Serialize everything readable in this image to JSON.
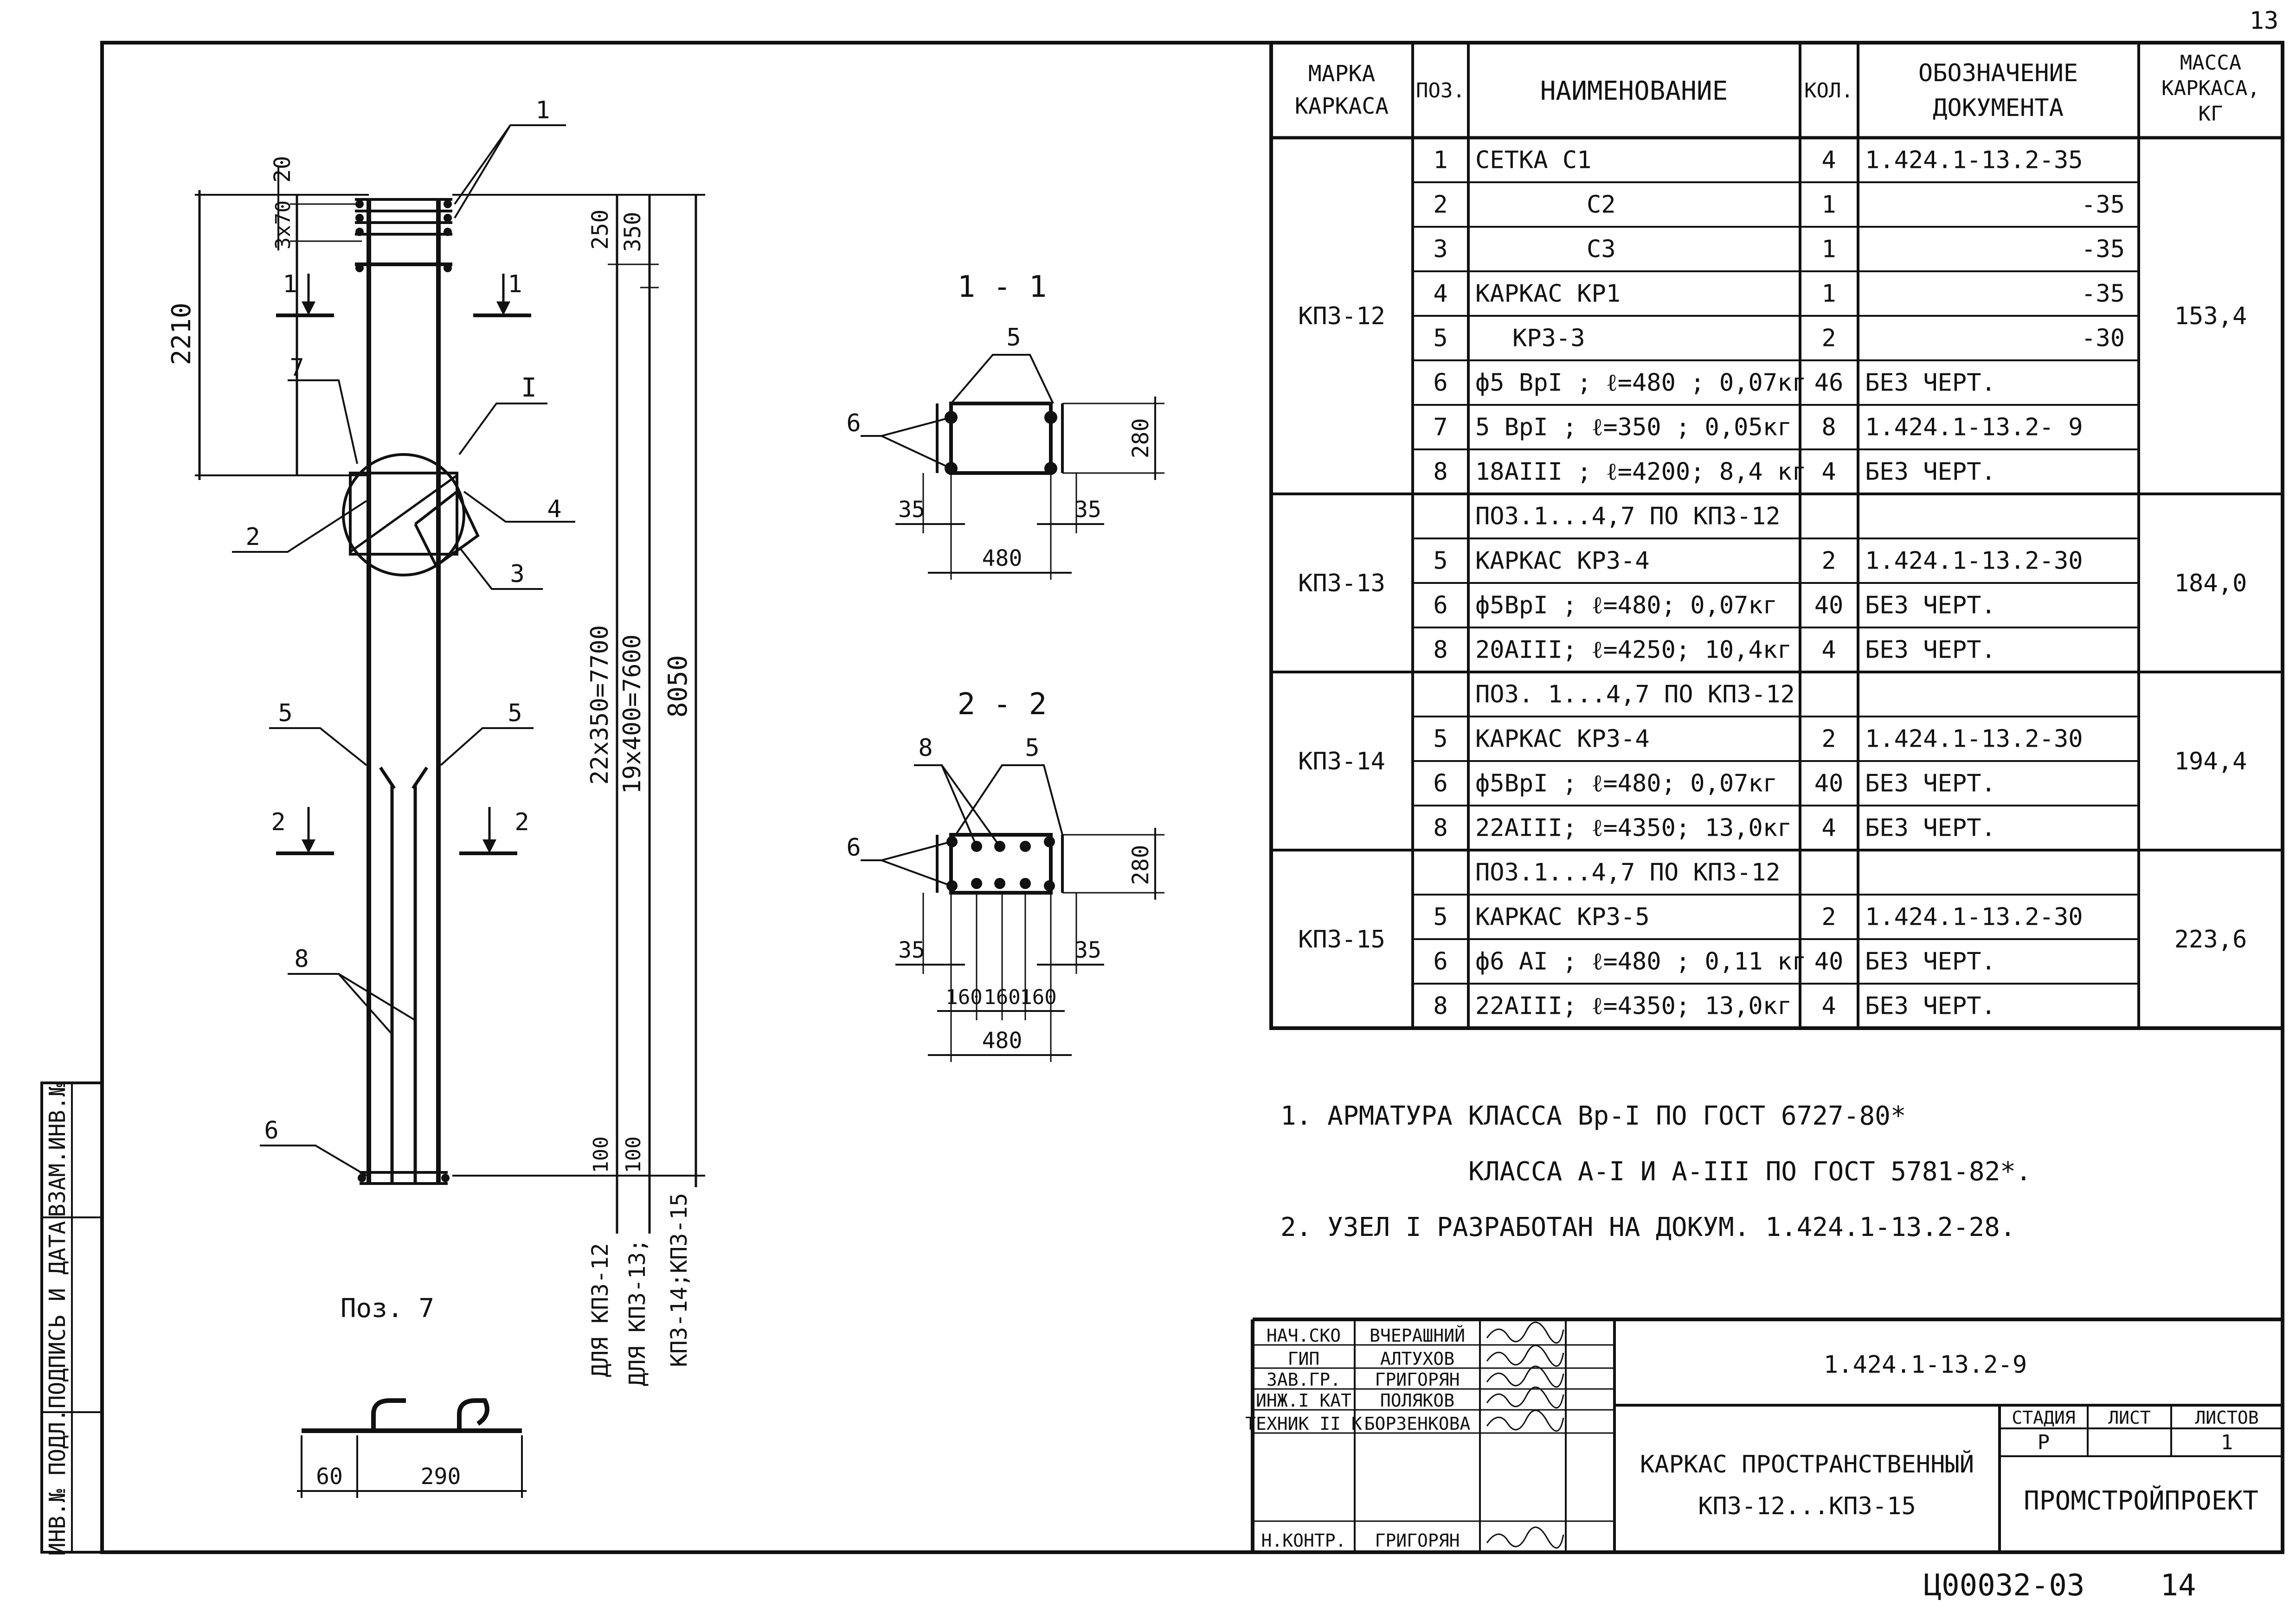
{
  "page_number": "13",
  "table": {
    "headers": {
      "mark": [
        "МАРКА",
        "КАРКАСА"
      ],
      "pos": "ПОЗ.",
      "name": "НАИМЕНОВАНИЕ",
      "qty": "КОЛ.",
      "doc": [
        "ОБОЗНАЧЕНИЕ",
        "ДОКУМЕНТА"
      ],
      "mass": [
        "МАССА",
        "КАРКАСА,",
        "КГ"
      ]
    },
    "rows": [
      {
        "pos": "1",
        "name": "СЕТКА  С1",
        "qty": "4",
        "doc": "1.424.1-13.2-35"
      },
      {
        "pos": "2",
        "name": "С2",
        "qty": "1",
        "doc": "-35"
      },
      {
        "pos": "3",
        "name": "С3",
        "qty": "1",
        "doc": "-35"
      },
      {
        "pos": "4",
        "name": "КАРКАС  КР1",
        "qty": "1",
        "doc": "-35"
      },
      {
        "pos": "5",
        "name": "КР3-3",
        "qty": "2",
        "doc": "-30"
      },
      {
        "pos": "6",
        "name": "ф5 ВрI ; ℓ=480 ; 0,07кг",
        "qty": "46",
        "doc": "БЕЗ  ЧЕРТ."
      },
      {
        "pos": "7",
        "name": "5 ВрI ; ℓ=350 ; 0,05кг",
        "qty": "8",
        "doc": "1.424.1-13.2- 9"
      },
      {
        "pos": "8",
        "name": "18АIII ; ℓ=4200; 8,4 кг",
        "qty": "4",
        "doc": "БЕЗ  ЧЕРТ."
      },
      {
        "pos": "",
        "name": "ПОЗ.1...4,7 ПО КП3-12",
        "qty": "",
        "doc": ""
      },
      {
        "pos": "5",
        "name": "КАРКАС  КР3-4",
        "qty": "2",
        "doc": "1.424.1-13.2-30"
      },
      {
        "pos": "6",
        "name": "ф5ВрI ; ℓ=480;  0,07кг",
        "qty": "40",
        "doc": "БЕЗ  ЧЕРТ."
      },
      {
        "pos": "8",
        "name": "20АIII; ℓ=4250; 10,4кг",
        "qty": "4",
        "doc": "БЕЗ  ЧЕРТ."
      },
      {
        "pos": "",
        "name": "ПОЗ. 1...4,7 ПО КП3-12",
        "qty": "",
        "doc": ""
      },
      {
        "pos": "5",
        "name": "КАРКАС  КР3-4",
        "qty": "2",
        "doc": "1.424.1-13.2-30"
      },
      {
        "pos": "6",
        "name": "ф5ВрI ; ℓ=480;  0,07кг",
        "qty": "40",
        "doc": "БЕЗ  ЧЕРТ."
      },
      {
        "pos": "8",
        "name": "22АIII; ℓ=4350; 13,0кг",
        "qty": "4",
        "doc": "БЕЗ  ЧЕРТ."
      },
      {
        "pos": "",
        "name": "ПОЗ.1...4,7 ПО КП3-12",
        "qty": "",
        "doc": ""
      },
      {
        "pos": "5",
        "name": "КАРКАС  КР3-5",
        "qty": "2",
        "doc": "1.424.1-13.2-30"
      },
      {
        "pos": "6",
        "name": "ф6 АI ; ℓ=480 ; 0,11 кг",
        "qty": "40",
        "doc": "БЕЗ  ЧЕРТ."
      },
      {
        "pos": "8",
        "name": "22АIII; ℓ=4350; 13,0кг",
        "qty": "4",
        "doc": "БЕЗ  ЧЕРТ."
      }
    ],
    "groups": [
      {
        "mark": "КП3-12",
        "mass": "153,4"
      },
      {
        "mark": "КП3-13",
        "mass": "184,0"
      },
      {
        "mark": "КП3-14",
        "mass": "194,4"
      },
      {
        "mark": "КП3-15",
        "mass": "223,6"
      }
    ]
  },
  "notes": [
    "1. АРМАТУРА  КЛАССА  Вр-I ПО  ГОСТ 6727-80*",
    "КЛАССА  А-I И А-III ПО ГОСТ 5781-82*.",
    "2. УЗЕЛ I РАЗРАБОТАН НА ДОКУМ. 1.424.1-13.2-28."
  ],
  "drawing": {
    "dims_left": [
      "20",
      "3х70",
      "2210"
    ],
    "dims_right": [
      "250",
      "350",
      "22х350=7700",
      "19х400=7600",
      "8050",
      "100",
      "100"
    ],
    "variants": [
      "ДЛЯ КП3-12",
      "ДЛЯ КП3-13;",
      "КП3-14;КП3-15"
    ],
    "leaders": [
      "1",
      "7",
      "I",
      "2",
      "4",
      "3",
      "5",
      "5",
      "8",
      "6"
    ],
    "cuts": [
      "1",
      "1",
      "2",
      "2"
    ],
    "pos7_label": "Поз. 7",
    "pos7_dims": [
      "60",
      "290"
    ]
  },
  "sections": {
    "s11": {
      "title": "1 - 1",
      "labels": [
        "5",
        "6"
      ],
      "dims": [
        "280",
        "35",
        "35",
        "480"
      ]
    },
    "s22": {
      "title": "2 - 2",
      "labels": [
        "8",
        "5",
        "6"
      ],
      "dims": [
        "280",
        "35",
        "35",
        "160",
        "160",
        "160",
        "480"
      ]
    }
  },
  "title_block": {
    "roles": [
      "НАЧ.СКО",
      "ГИП",
      "ЗАВ.ГР.",
      "ИНЖ.I КАТ",
      "ТЕХНИК II К",
      "Н.КОНТР."
    ],
    "names": [
      "ВЧЕРАШНИЙ",
      "АЛТУХОВ",
      "ГРИГОРЯН",
      "ПОЛЯКОВ",
      "БОРЗЕНКОВА",
      "ГРИГОРЯН"
    ],
    "doc_code": "1.424.1-13.2-9",
    "title_line1": "КАРКАС  ПРОСТРАНСТВЕННЫЙ",
    "title_line2": "КП3-12...КП3-15",
    "stage_header": "СТАДИЯ",
    "sheet_header": "ЛИСТ",
    "sheets_header": "ЛИСТОВ",
    "stage": "Р",
    "sheet": "",
    "sheets": "1",
    "organization": "ПРОМСТРОЙПРОЕКТ"
  },
  "side_stamp": [
    "ИНВ.№ ПОДЛ.",
    "ПОДПИСЬ И ДАТА",
    "ВЗАМ.ИНВ.№"
  ],
  "footer": {
    "code": "Ц00032-03",
    "page": "14"
  }
}
